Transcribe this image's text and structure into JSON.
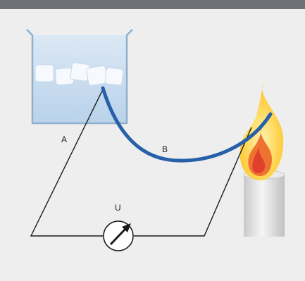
{
  "colors": {
    "top_bar": "#6e7278",
    "panel_background": "#eeeeee",
    "wire": "#1a1a1a",
    "conductor": "#2660a8",
    "beaker_outline": "#8fb0cc",
    "water": "#c7dcef",
    "ice": "#f4f8fc",
    "flame_outer": "#ffd23c",
    "flame_inner": "#e4462c",
    "candle": "#d9dadc"
  },
  "icons": {
    "beaker": "beaker-with-ice-icon",
    "candle": "burning-candle-icon",
    "meter": "voltmeter-icon"
  },
  "labels": {
    "wire_a": "A",
    "wire_b": "B",
    "meter": "U"
  }
}
